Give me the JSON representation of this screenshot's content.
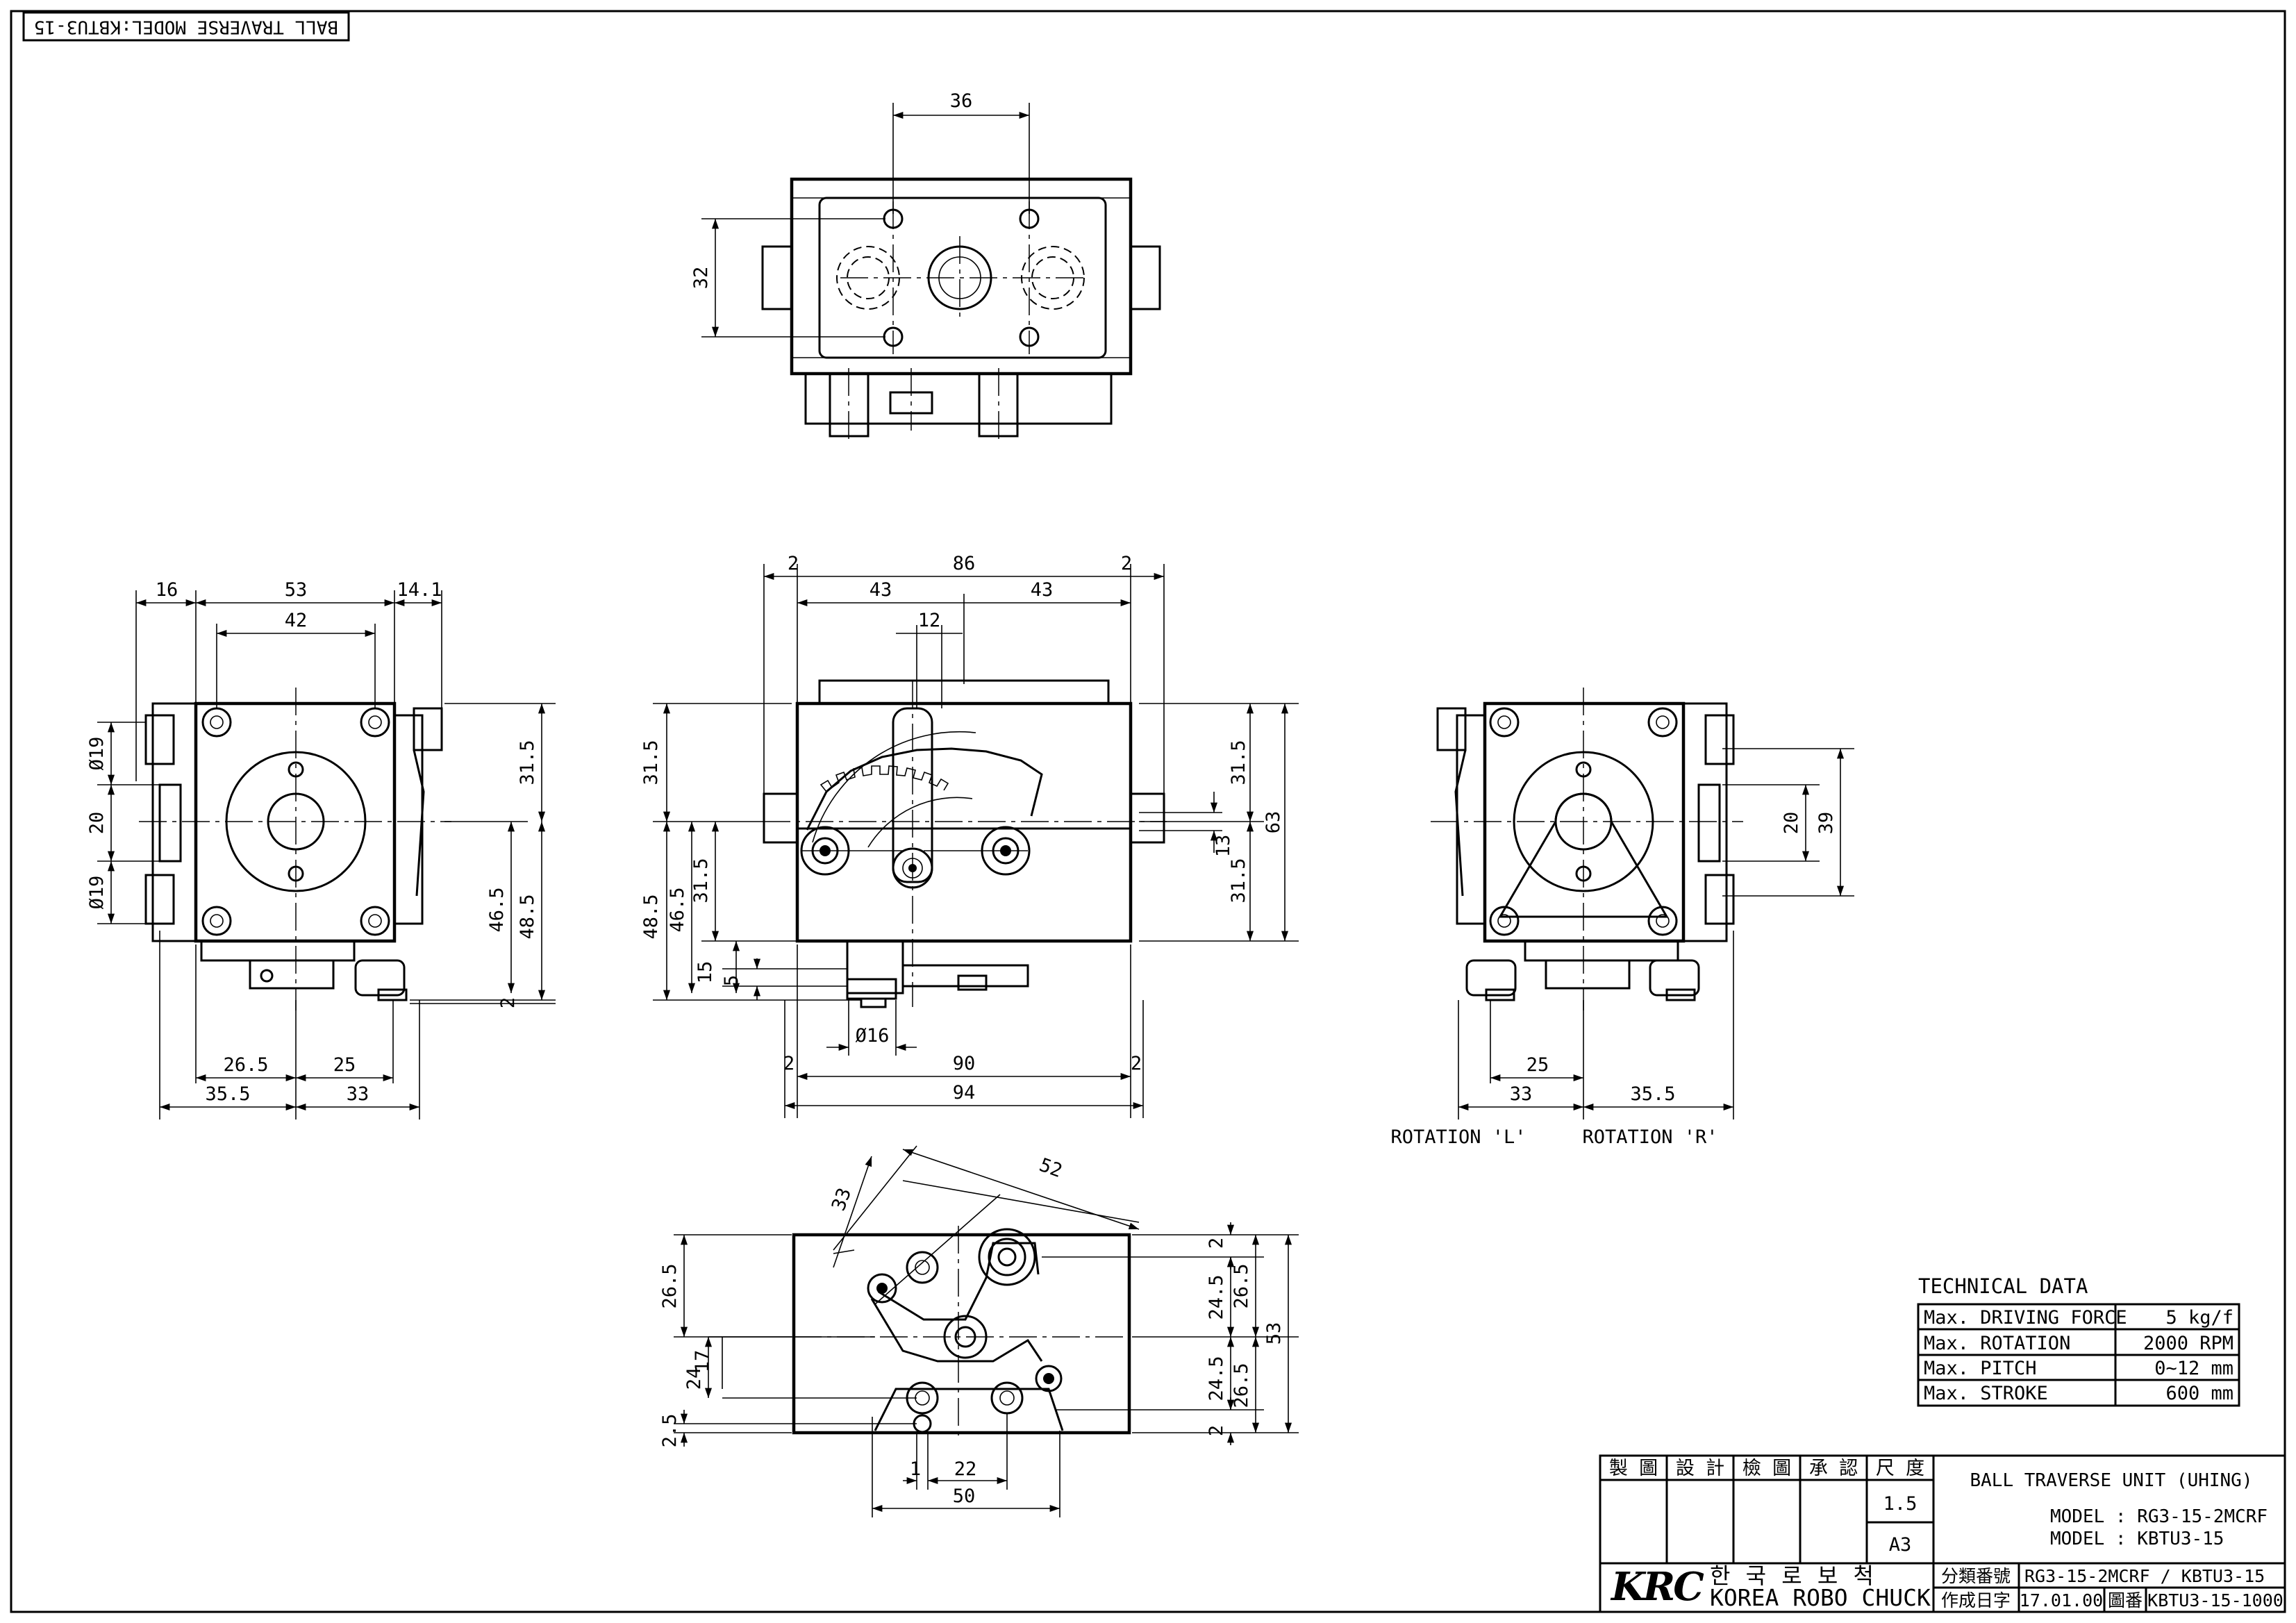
{
  "header_label": "BALL TRAVERSE  MODEL:KBTU3-15",
  "top_view": {
    "dims": {
      "pitch": "36",
      "height": "32"
    }
  },
  "front_view": {
    "dims": {
      "overall_top": "86",
      "left_gap": "2",
      "right_gap": "2",
      "half_left": "43",
      "half_right": "43",
      "center": "12",
      "right_upper": "31.5",
      "right_mid": "13",
      "right_lower": "31.5",
      "right_total": "63",
      "left_upper": "31.5",
      "left_a": "48.5",
      "left_b": "46.5",
      "left_c": "31.5",
      "left_d": "15",
      "left_e": "5",
      "bore": "Ø16",
      "bottom_inner": "90",
      "bottom_total": "94",
      "bottom_gap_left": "2",
      "bottom_gap_right": "2"
    }
  },
  "left_view": {
    "dims": {
      "top_a": "16",
      "top_b": "53",
      "top_c": "14.1",
      "inner": "42",
      "dia_upper": "Ø19",
      "mid": "20",
      "dia_lower": "Ø19",
      "right_upper": "31.5",
      "right_a": "46.5",
      "right_b": "48.5",
      "right_c": "2",
      "bottom_a": "26.5",
      "bottom_b": "25",
      "bottom_c": "35.5",
      "bottom_d": "33"
    }
  },
  "right_view": {
    "dims": {
      "inner": "20",
      "outer": "39",
      "bottom_a": "25",
      "bottom_b": "33",
      "bottom_c": "35.5"
    },
    "rotation_left": "ROTATION 'L'",
    "rotation_right": "ROTATION 'R'"
  },
  "bottom_view": {
    "dims": {
      "diag_a": "33",
      "diag_b": "52",
      "left_a": "26.5",
      "left_b": "17",
      "left_c": "24",
      "left_d": "2.5",
      "right_a": "2",
      "right_b": "24.5",
      "right_c": "26.5",
      "right_d": "53",
      "right_e": "24.5",
      "right_f": "26.5",
      "right_g": "2",
      "bottom_a": "1",
      "bottom_b": "22",
      "bottom_c": "50"
    }
  },
  "technical_data": {
    "title": "TECHNICAL DATA",
    "rows": [
      {
        "label": "Max. DRIVING FORCE",
        "value": "5 kg/f"
      },
      {
        "label": "Max. ROTATION",
        "value": "2000 RPM"
      },
      {
        "label": "Max. PITCH",
        "value": "0~12 mm"
      },
      {
        "label": "Max. STROKE",
        "value": "600 mm"
      }
    ]
  },
  "title_block": {
    "headers": [
      "製 圖",
      "設 計",
      "檢 圖",
      "承 認",
      "尺 度"
    ],
    "scale": "1.5",
    "sheet": "A3",
    "title": "BALL TRAVERSE UNIT (UHING)",
    "model_1": "MODEL : RG3-15-2MCRF",
    "model_2": "MODEL : KBTU3-15",
    "company_logo": "KRC",
    "company_korean": "한 국 로 보 척",
    "company_english": "KOREA ROBO CHUCK",
    "class_label": "分類番號",
    "class_value": "RG3-15-2MCRF / KBTU3-15",
    "date_label": "作成日字",
    "date_value": "17.01.00",
    "drawing_no_label": "圖番",
    "drawing_no_value": "KBTU3-15-1000"
  }
}
